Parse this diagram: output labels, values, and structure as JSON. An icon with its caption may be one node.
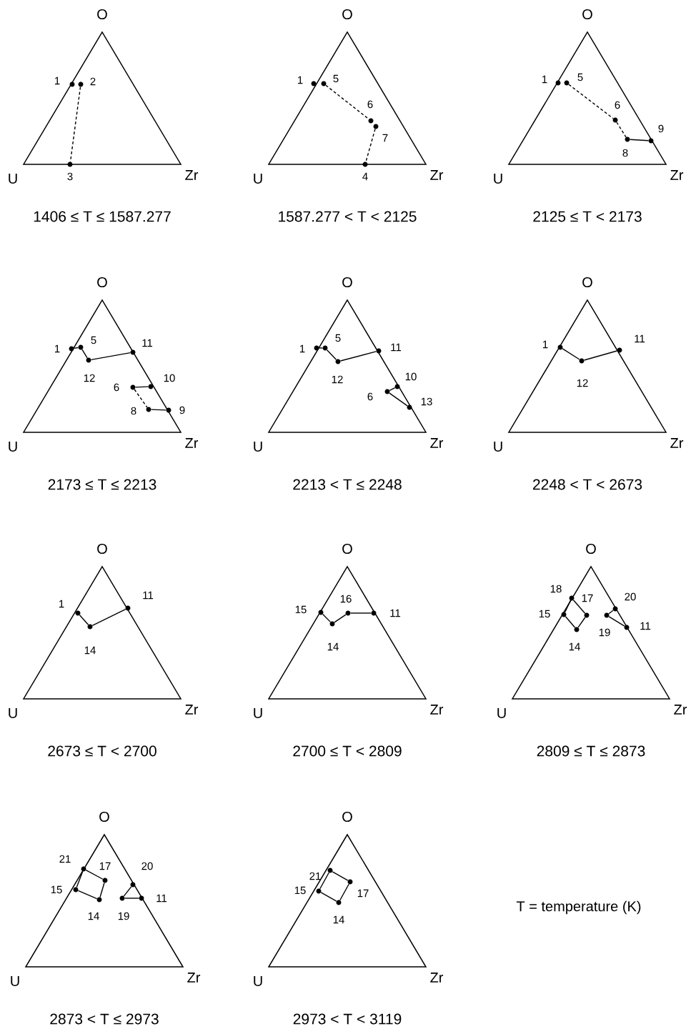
{
  "diagram": {
    "nodes": [
      {
        "text": [],
        "shape": "triangle",
        "beside": [
          "O",
          "U",
          "Zr",
          "1406 ≤ T ≤ 1587.277"
        ]
      },
      {
        "text": [],
        "shape": "circle",
        "beside": [
          "1"
        ],
        "in": 0
      },
      {
        "text": [],
        "shape": "circle",
        "beside": [
          "2"
        ],
        "in": 0
      },
      {
        "text": [],
        "shape": "circle",
        "beside": [
          "3"
        ],
        "in": 0
      },
      {
        "text": [],
        "shape": "triangle",
        "beside": [
          "O",
          "U",
          "Zr",
          "1587.277 < T < 2125"
        ]
      },
      {
        "text": [],
        "shape": "circle",
        "beside": [
          "1"
        ],
        "in": 4
      },
      {
        "text": [],
        "shape": "circle",
        "beside": [
          "5"
        ],
        "in": 4
      },
      {
        "text": [],
        "shape": "circle",
        "beside": [
          "6"
        ],
        "in": 4
      },
      {
        "text": [],
        "shape": "circle",
        "beside": [
          "7"
        ],
        "in": 4
      },
      {
        "text": [],
        "shape": "circle",
        "beside": [
          "4"
        ],
        "in": 4
      },
      {
        "text": [],
        "shape": "triangle",
        "beside": [
          "O",
          "U",
          "Zr",
          "2125 ≤ T < 2173"
        ]
      },
      {
        "text": [],
        "shape": "circle",
        "beside": [
          "1"
        ],
        "in": 10
      },
      {
        "text": [],
        "shape": "circle",
        "beside": [
          "5"
        ],
        "in": 10
      },
      {
        "text": [],
        "shape": "circle",
        "beside": [
          "6"
        ],
        "in": 10
      },
      {
        "text": [],
        "shape": "circle",
        "beside": [
          "8"
        ],
        "in": 10
      },
      {
        "text": [],
        "shape": "circle",
        "beside": [
          "9"
        ],
        "in": 10
      },
      {
        "text": [],
        "shape": "triangle",
        "beside": [
          "O",
          "U",
          "Zr",
          "2173 ≤ T ≤ 2213"
        ]
      },
      {
        "text": [],
        "shape": "circle",
        "beside": [
          "1"
        ],
        "in": 16
      },
      {
        "text": [],
        "shape": "circle",
        "beside": [
          "5"
        ],
        "in": 16
      },
      {
        "text": [],
        "shape": "circle",
        "beside": [
          "12"
        ],
        "in": 16
      },
      {
        "text": [],
        "shape": "circle",
        "beside": [
          "11"
        ],
        "in": 16
      },
      {
        "text": [],
        "shape": "circle",
        "beside": [
          "6"
        ],
        "in": 16
      },
      {
        "text": [],
        "shape": "circle",
        "beside": [
          "10"
        ],
        "in": 16
      },
      {
        "text": [],
        "shape": "circle",
        "beside": [
          "8"
        ],
        "in": 16
      },
      {
        "text": [],
        "shape": "circle",
        "beside": [
          "9"
        ],
        "in": 16
      },
      {
        "text": [],
        "shape": "triangle",
        "beside": [
          "O",
          "U",
          "Zr",
          "2213 < T ≤ 2248"
        ]
      },
      {
        "text": [],
        "shape": "circle",
        "beside": [
          "1"
        ],
        "in": 25
      },
      {
        "text": [],
        "shape": "circle",
        "beside": [
          "5"
        ],
        "in": 25
      },
      {
        "text": [],
        "shape": "circle",
        "beside": [
          "12"
        ],
        "in": 25
      },
      {
        "text": [],
        "shape": "circle",
        "beside": [
          "11"
        ],
        "in": 25
      },
      {
        "text": [],
        "shape": "circle",
        "beside": [
          "10"
        ],
        "in": 25
      },
      {
        "text": [],
        "shape": "circle",
        "beside": [
          "6"
        ],
        "in": 25
      },
      {
        "text": [],
        "shape": "circle",
        "beside": [
          "13"
        ],
        "in": 25
      },
      {
        "text": [],
        "shape": "triangle",
        "beside": [
          "O",
          "U",
          "Zr",
          "2248 < T < 2673"
        ]
      },
      {
        "text": [],
        "shape": "circle",
        "beside": [
          "1"
        ],
        "in": 33
      },
      {
        "text": [],
        "shape": "circle",
        "beside": [
          "12"
        ],
        "in": 33
      },
      {
        "text": [],
        "shape": "circle",
        "beside": [
          "11"
        ],
        "in": 33
      },
      {
        "text": [],
        "shape": "triangle",
        "beside": [
          "O",
          "U",
          "Zr",
          "2673 ≤ T < 2700"
        ]
      },
      {
        "text": [],
        "shape": "circle",
        "beside": [
          "1"
        ],
        "in": 37
      },
      {
        "text": [],
        "shape": "circle",
        "beside": [
          "14"
        ],
        "in": 37
      },
      {
        "text": [],
        "shape": "circle",
        "beside": [
          "11"
        ],
        "in": 37
      },
      {
        "text": [],
        "shape": "triangle",
        "beside": [
          "O",
          "U",
          "Zr",
          "2700 ≤ T < 2809"
        ]
      },
      {
        "text": [],
        "shape": "circle",
        "beside": [
          "15"
        ],
        "in": 41
      },
      {
        "text": [],
        "shape": "circle",
        "beside": [
          "14"
        ],
        "in": 41
      },
      {
        "text": [],
        "shape": "circle",
        "beside": [
          "16"
        ],
        "in": 41
      },
      {
        "text": [],
        "shape": "circle",
        "beside": [
          "11"
        ],
        "in": 41
      },
      {
        "text": [],
        "shape": "triangle",
        "beside": [
          "O",
          "U",
          "Zr",
          "2809 ≤ T ≤ 2873"
        ]
      },
      {
        "text": [],
        "shape": "circle",
        "beside": [
          "18"
        ],
        "in": 46
      },
      {
        "text": [],
        "shape": "circle",
        "beside": [
          "15"
        ],
        "in": 46
      },
      {
        "text": [],
        "shape": "circle",
        "beside": [
          "17"
        ],
        "in": 46
      },
      {
        "text": [],
        "shape": "circle",
        "beside": [
          "14"
        ],
        "in": 46
      },
      {
        "text": [],
        "shape": "circle",
        "beside": [
          "19"
        ],
        "in": 46
      },
      {
        "text": [],
        "shape": "circle",
        "beside": [
          "20"
        ],
        "in": 46
      },
      {
        "text": [],
        "shape": "circle",
        "beside": [
          "11"
        ],
        "in": 46
      },
      {
        "text": [],
        "shape": "triangle",
        "beside": [
          "O",
          "U",
          "Zr",
          "2873 < T ≤ 2973"
        ]
      },
      {
        "text": [],
        "shape": "circle",
        "beside": [
          "21"
        ],
        "in": 54
      },
      {
        "text": [],
        "shape": "circle",
        "beside": [
          "17"
        ],
        "in": 54
      },
      {
        "text": [],
        "shape": "circle",
        "beside": [
          "15"
        ],
        "in": 54
      },
      {
        "text": [],
        "shape": "circle",
        "beside": [
          "14"
        ],
        "in": 54
      },
      {
        "text": [],
        "shape": "circle",
        "beside": [
          "19"
        ],
        "in": 54
      },
      {
        "text": [],
        "shape": "circle",
        "beside": [
          "20"
        ],
        "in": 54
      },
      {
        "text": [],
        "shape": "circle",
        "beside": [
          "11"
        ],
        "in": 54
      },
      {
        "text": [],
        "shape": "triangle",
        "beside": [
          "O",
          "U",
          "Zr",
          "2973 < T < 3119"
        ]
      },
      {
        "text": [],
        "shape": "circle",
        "beside": [
          "21"
        ],
        "in": 62
      },
      {
        "text": [],
        "shape": "circle",
        "beside": [
          "15"
        ],
        "in": 62
      },
      {
        "text": [],
        "shape": "circle",
        "beside": [
          "17"
        ],
        "in": 62
      },
      {
        "text": [],
        "shape": "circle",
        "beside": [
          "14"
        ],
        "in": 62
      }
    ],
    "edges": [
      {
        "from": 2,
        "to": 3,
        "arrow": "none",
        "style": "dashed"
      },
      {
        "from": 6,
        "to": 7,
        "arrow": "none",
        "style": "dashed"
      },
      {
        "from": 8,
        "to": 9,
        "arrow": "none",
        "style": "dashed"
      },
      {
        "from": 12,
        "to": 13,
        "arrow": "none",
        "style": "dashed"
      },
      {
        "from": 13,
        "to": 14,
        "arrow": "none",
        "style": "dashed"
      },
      {
        "from": 14,
        "to": 15,
        "arrow": "none"
      },
      {
        "from": 17,
        "to": 18,
        "arrow": "none"
      },
      {
        "from": 18,
        "to": 19,
        "arrow": "none"
      },
      {
        "from": 19,
        "to": 20,
        "arrow": "none"
      },
      {
        "from": 21,
        "to": 22,
        "arrow": "none"
      },
      {
        "from": 21,
        "to": 23,
        "arrow": "none",
        "style": "dashed"
      },
      {
        "from": 23,
        "to": 24,
        "arrow": "none"
      },
      {
        "from": 26,
        "to": 27,
        "arrow": "none"
      },
      {
        "from": 27,
        "to": 28,
        "arrow": "none"
      },
      {
        "from": 28,
        "to": 29,
        "arrow": "none"
      },
      {
        "from": 31,
        "to": 30,
        "arrow": "none"
      },
      {
        "from": 31,
        "to": 32,
        "arrow": "none"
      },
      {
        "from": 34,
        "to": 35,
        "arrow": "none"
      },
      {
        "from": 35,
        "to": 36,
        "arrow": "none"
      },
      {
        "from": 38,
        "to": 39,
        "arrow": "none"
      },
      {
        "from": 39,
        "to": 40,
        "arrow": "none"
      },
      {
        "from": 42,
        "to": 43,
        "arrow": "none"
      },
      {
        "from": 43,
        "to": 44,
        "arrow": "none"
      },
      {
        "from": 44,
        "to": 45,
        "arrow": "none"
      },
      {
        "from": 47,
        "to": 49,
        "arrow": "none"
      },
      {
        "from": 47,
        "to": 48,
        "arrow": "none"
      },
      {
        "from": 48,
        "to": 50,
        "arrow": "none"
      },
      {
        "from": 50,
        "to": 49,
        "arrow": "none"
      },
      {
        "from": 51,
        "to": 52,
        "arrow": "none"
      },
      {
        "from": 51,
        "to": 53,
        "arrow": "none"
      },
      {
        "from": 55,
        "to": 56,
        "arrow": "none"
      },
      {
        "from": 55,
        "to": 57,
        "arrow": "none"
      },
      {
        "from": 57,
        "to": 58,
        "arrow": "none"
      },
      {
        "from": 58,
        "to": 56,
        "arrow": "none"
      },
      {
        "from": 59,
        "to": 60,
        "arrow": "none"
      },
      {
        "from": 59,
        "to": 61,
        "arrow": "none"
      },
      {
        "from": 63,
        "to": 65,
        "arrow": "none"
      },
      {
        "from": 63,
        "to": 64,
        "arrow": "none"
      },
      {
        "from": 64,
        "to": 66,
        "arrow": "none"
      },
      {
        "from": 66,
        "to": 65,
        "arrow": "none"
      }
    ],
    "labels": [
      "T = temperature (K)"
    ]
  }
}
